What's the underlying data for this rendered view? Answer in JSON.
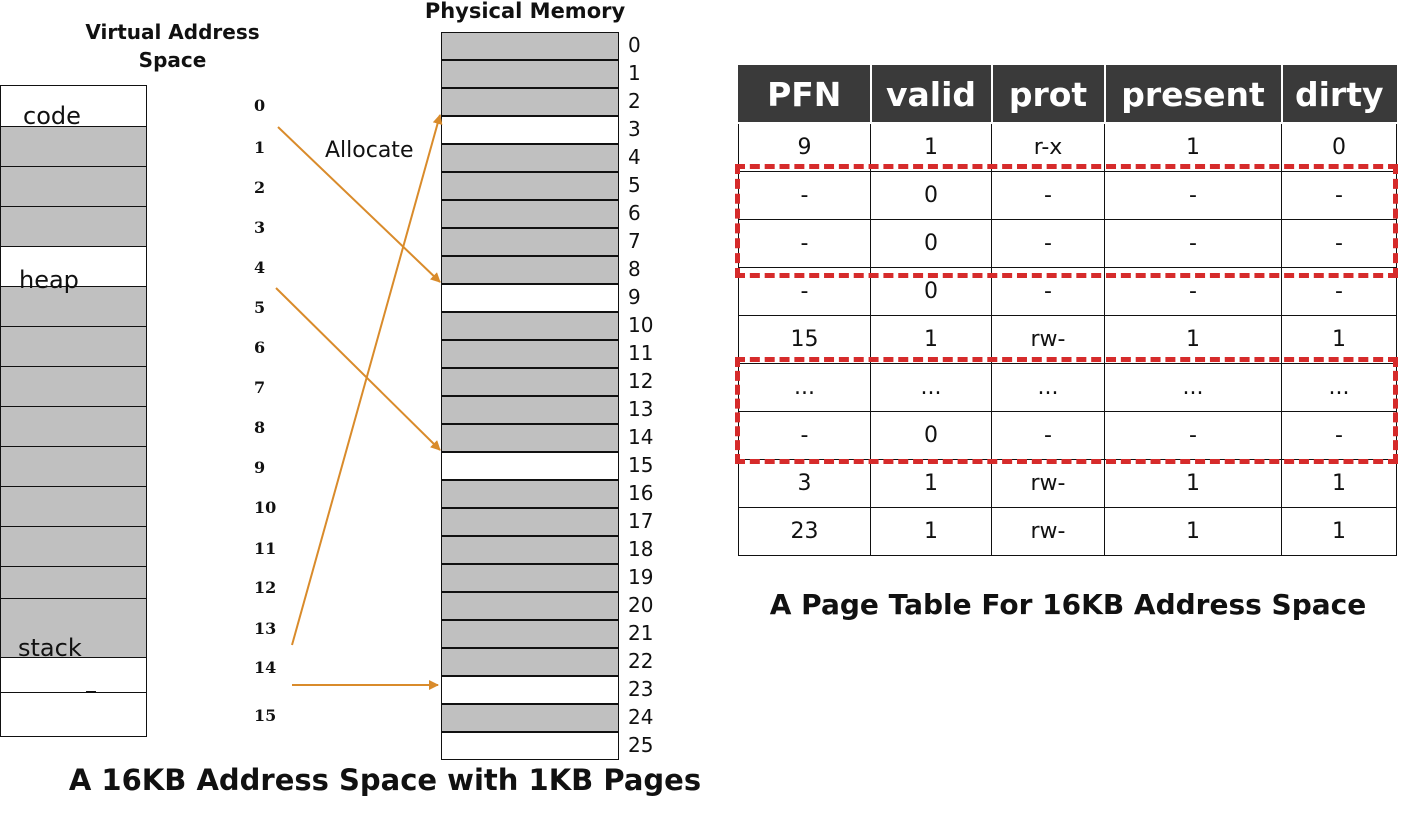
{
  "virtual_space": {
    "title_line1": "Virtual Address",
    "title_line2": "Space",
    "page_numbers": [
      "0",
      "1",
      "2",
      "3",
      "4",
      "5",
      "6",
      "7",
      "8",
      "9",
      "10",
      "11",
      "12",
      "13",
      "14",
      "15"
    ],
    "segment_labels": {
      "code": "code",
      "heap": "heap",
      "stack": "stack"
    }
  },
  "physical_memory": {
    "title": "Physical Memory",
    "frame_numbers": [
      "0",
      "1",
      "2",
      "3",
      "4",
      "5",
      "6",
      "7",
      "8",
      "9",
      "10",
      "11",
      "12",
      "13",
      "14",
      "15",
      "16",
      "17",
      "18",
      "19",
      "20",
      "21",
      "22",
      "23",
      "24",
      "25"
    ],
    "free_frames": [
      3,
      9,
      15,
      23,
      25
    ]
  },
  "allocate_label": "Allocate",
  "left_caption": "A 16KB Address Space with 1KB Pages",
  "page_table": {
    "headers": [
      "PFN",
      "valid",
      "prot",
      "present",
      "dirty"
    ],
    "rows": [
      [
        "9",
        "1",
        "r-x",
        "1",
        "0"
      ],
      [
        "-",
        "0",
        "-",
        "-",
        "-"
      ],
      [
        "-",
        "0",
        "-",
        "-",
        "-"
      ],
      [
        "-",
        "0",
        "-",
        "-",
        "-"
      ],
      [
        "15",
        "1",
        "rw-",
        "1",
        "1"
      ],
      [
        "...",
        "...",
        "...",
        "...",
        "..."
      ],
      [
        "-",
        "0",
        "-",
        "-",
        "-"
      ],
      [
        "3",
        "1",
        "rw-",
        "1",
        "1"
      ],
      [
        "23",
        "1",
        "rw-",
        "1",
        "1"
      ]
    ]
  },
  "right_caption": "A Page Table For 16KB Address Space",
  "colors": {
    "used": "#c0c0c0",
    "free": "#ffffff",
    "arrow": "#d98b2b",
    "dash": "#d62b2b",
    "header": "#3a3a3a"
  }
}
